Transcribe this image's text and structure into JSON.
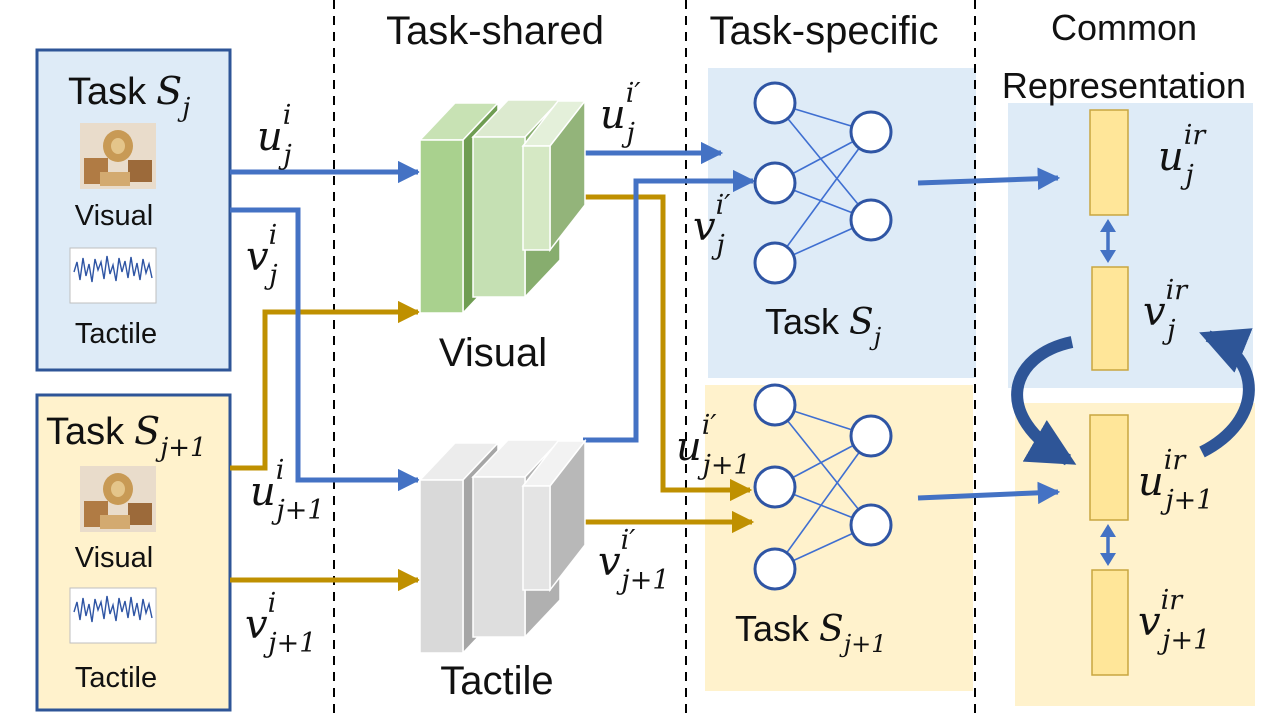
{
  "colors": {
    "blue_arrow": "#4472c4",
    "gold_arrow": "#bf9000",
    "task_blue_fill": "#deebf7",
    "task_blue_stroke": "#2e5597",
    "task_yellow_fill": "#fff2cc",
    "task_yellow_stroke": "#2e5597",
    "green_block": "#a9d18e",
    "gray_block": "#d9d9d9",
    "vector_fill": "#ffe699",
    "vector_stroke": "#c9a640",
    "node_stroke": "#2f55a4",
    "dashed_line": "#000000"
  },
  "headers": {
    "task_shared": "Task-shared",
    "task_specific": "Task-specific",
    "common_line1": "Common",
    "common_line2": "Representation"
  },
  "inputs": {
    "task_j": {
      "title": "Task",
      "symbol": "S",
      "subscript": "j",
      "visual_label": "Visual",
      "tactile_label": "Tactile",
      "visual_icon": "object-photo-icon",
      "tactile_icon": "signal-plot-icon"
    },
    "task_j1": {
      "title": "Task",
      "symbol": "S",
      "subscript": "j+1",
      "visual_label": "Visual",
      "tactile_label": "Tactile",
      "visual_icon": "object-photo-icon",
      "tactile_icon": "signal-plot-icon"
    }
  },
  "shared_blocks": {
    "visual_label": "Visual",
    "tactile_label": "Tactile"
  },
  "specific": {
    "task_j": {
      "title": "Task",
      "symbol": "S",
      "subscript": "j"
    },
    "task_j1": {
      "title": "Task",
      "symbol": "S",
      "subscript": "j+1"
    }
  },
  "math_labels": {
    "u_j_i": {
      "base": "u",
      "sup": "i",
      "sub": "j"
    },
    "v_j_i": {
      "base": "v",
      "sup": "i",
      "sub": "j"
    },
    "u_j1_i": {
      "base": "u",
      "sup": "i",
      "sub": "j+1"
    },
    "v_j1_i": {
      "base": "v",
      "sup": "i",
      "sub": "j+1"
    },
    "u_j_ip": {
      "base": "u",
      "sup": "i′",
      "sub": "j"
    },
    "v_j_ip": {
      "base": "v",
      "sup": "i′",
      "sub": "j"
    },
    "u_j1_ip": {
      "base": "u",
      "sup": "i′",
      "sub": "j+1"
    },
    "v_j1_ip": {
      "base": "v",
      "sup": "i′",
      "sub": "j+1"
    },
    "u_j_ir": {
      "base": "u",
      "sup": "ir",
      "sub": "j"
    },
    "v_j_ir": {
      "base": "v",
      "sup": "ir",
      "sub": "j"
    },
    "u_j1_ir": {
      "base": "u",
      "sup": "ir",
      "sub": "j+1"
    },
    "v_j1_ir": {
      "base": "v",
      "sup": "ir",
      "sub": "j+1"
    }
  }
}
